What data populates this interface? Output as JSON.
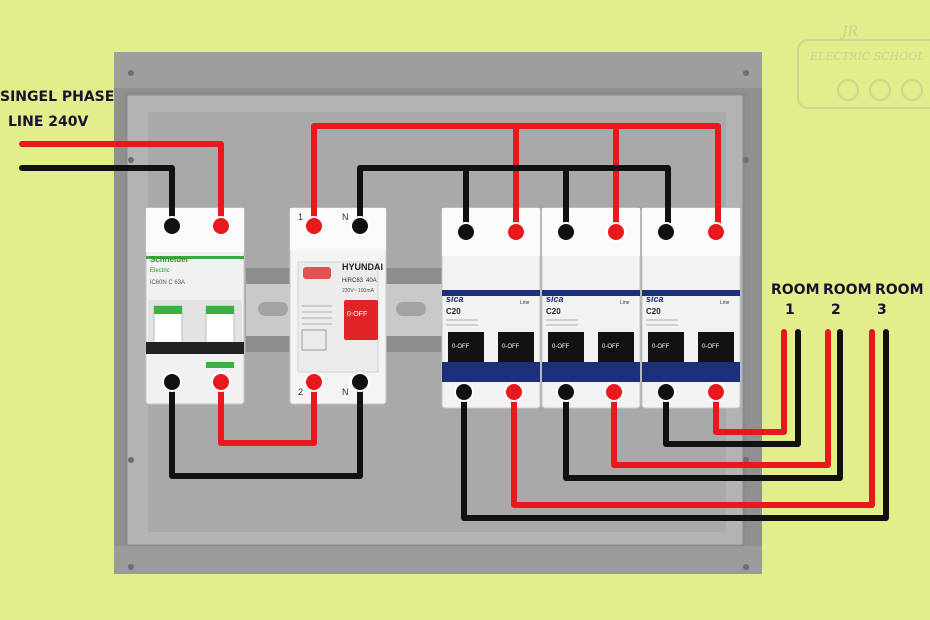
{
  "source_label": {
    "line1": "SINGEL PHASE",
    "line2": "LINE 240V"
  },
  "rooms": [
    {
      "word": "ROOM",
      "number": "1"
    },
    {
      "word": "ROOM",
      "number": "2"
    },
    {
      "word": "ROOM",
      "number": "3"
    }
  ],
  "main_breaker": {
    "brand": "Schneider",
    "sub": "Electric",
    "rating": "iC60N  C 63A"
  },
  "rccb": {
    "brand": "HYUNDAI",
    "model": "HiRC63",
    "rating": "40A",
    "spec": "230V~  100mA",
    "switch": "0-OFF",
    "terminal_top_left": "1",
    "terminal_top_right": "N",
    "terminal_bottom_left": "2",
    "terminal_bottom_right": "N"
  },
  "mcb": {
    "brand": "sica",
    "rating": "C20",
    "tag": "Line",
    "switch": "0-OFF"
  },
  "watermark": {
    "logo": "JR",
    "text": "ELECTRIC SCHOOL"
  },
  "colors": {
    "background": "#e2ee8a",
    "phase_wire": "#e8181c",
    "neutral_wire": "#111111",
    "panel": "#a9aaa9"
  }
}
